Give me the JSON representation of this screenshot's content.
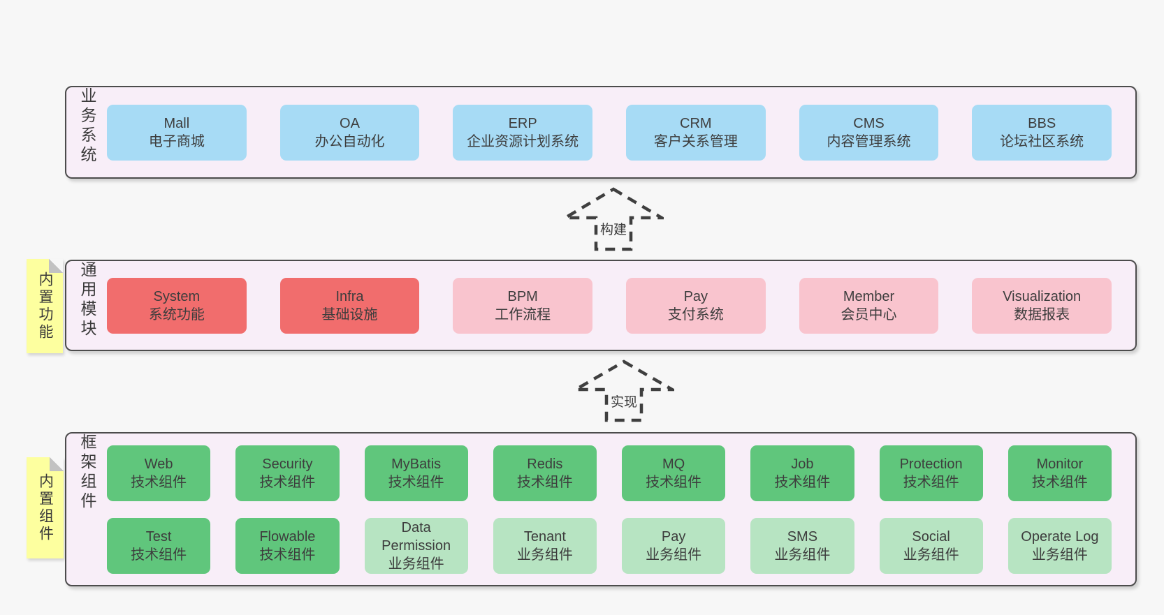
{
  "arrows": {
    "build": "构建",
    "implement": "实现"
  },
  "sections": {
    "business": {
      "label": "业务系统",
      "boxes": [
        {
          "title": "Mall",
          "subtitle": "电子商城"
        },
        {
          "title": "OA",
          "subtitle": "办公自动化"
        },
        {
          "title": "ERP",
          "subtitle": "企业资源计划系统"
        },
        {
          "title": "CRM",
          "subtitle": "客户关系管理"
        },
        {
          "title": "CMS",
          "subtitle": "内容管理系统"
        },
        {
          "title": "BBS",
          "subtitle": "论坛社区系统"
        }
      ]
    },
    "modules": {
      "sticky": "内置功能",
      "label": "通用模块",
      "boxes": [
        {
          "title": "System",
          "subtitle": "系统功能",
          "color": "red"
        },
        {
          "title": "Infra",
          "subtitle": "基础设施",
          "color": "red"
        },
        {
          "title": "BPM",
          "subtitle": "工作流程",
          "color": "pink"
        },
        {
          "title": "Pay",
          "subtitle": "支付系统",
          "color": "pink"
        },
        {
          "title": "Member",
          "subtitle": "会员中心",
          "color": "pink"
        },
        {
          "title": "Visualization",
          "subtitle": "数据报表",
          "color": "pink"
        }
      ]
    },
    "components": {
      "sticky": "内置组件",
      "label": "框架组件",
      "row1": [
        {
          "title": "Web",
          "subtitle": "技术组件",
          "color": "green"
        },
        {
          "title": "Security",
          "subtitle": "技术组件",
          "color": "green"
        },
        {
          "title": "MyBatis",
          "subtitle": "技术组件",
          "color": "green"
        },
        {
          "title": "Redis",
          "subtitle": "技术组件",
          "color": "green"
        },
        {
          "title": "MQ",
          "subtitle": "技术组件",
          "color": "green"
        },
        {
          "title": "Job",
          "subtitle": "技术组件",
          "color": "green"
        },
        {
          "title": "Protection",
          "subtitle": "技术组件",
          "color": "green"
        },
        {
          "title": "Monitor",
          "subtitle": "技术组件",
          "color": "green"
        }
      ],
      "row2": [
        {
          "title": "Test",
          "subtitle": "技术组件",
          "color": "green"
        },
        {
          "title": "Flowable",
          "subtitle": "技术组件",
          "color": "green"
        },
        {
          "title": "Data Permission",
          "subtitle": "业务组件",
          "color": "lightgreen"
        },
        {
          "title": "Tenant",
          "subtitle": "业务组件",
          "color": "lightgreen"
        },
        {
          "title": "Pay",
          "subtitle": "业务组件",
          "color": "lightgreen"
        },
        {
          "title": "SMS",
          "subtitle": "业务组件",
          "color": "lightgreen"
        },
        {
          "title": "Social",
          "subtitle": "业务组件",
          "color": "lightgreen"
        },
        {
          "title": "Operate Log",
          "subtitle": "业务组件",
          "color": "lightgreen"
        }
      ]
    }
  },
  "colors": {
    "page_bg": "#f7f7f7",
    "section_bg": "#f8eef8",
    "section_border": "#4c4c4c",
    "blue_box": "#a7dbf5",
    "red_box": "#f16d6d",
    "pink_box": "#f9c4ce",
    "green_box": "#60c67c",
    "light_green_box": "#b7e4c2",
    "sticky_note": "#fdff9f",
    "text": "#3d3d3d"
  }
}
